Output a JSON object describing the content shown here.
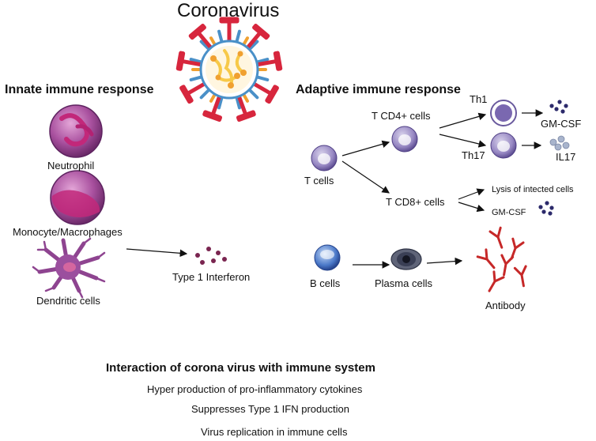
{
  "title": "Coronavirus",
  "innate": {
    "heading": "Innate immune response",
    "neutrophil": "Neutrophil",
    "monocyte": "Monocyte/Macrophages",
    "dendritic": "Dendritic cells",
    "interferon": "Type 1 Interferon"
  },
  "adaptive": {
    "heading": "Adaptive immune response",
    "t_cells": "T cells",
    "t_cd4": "T CD4+ cells",
    "th1": "Th1",
    "th17": "Th17",
    "gmcsf_1": "GM-CSF",
    "il17": "IL17",
    "t_cd8": "T CD8+ cells",
    "lysis": "Lysis of intected cells",
    "gmcsf_2": "GM-CSF",
    "b_cells": "B cells",
    "plasma": "Plasma cells",
    "antibody": "Antibody"
  },
  "footer": {
    "title": "Interaction of corona virus with immune system",
    "lines": [
      "Hyper production of pro-inflammatory cytokines",
      "Suppresses Type 1 IFN production",
      "Virus replication in immune cells"
    ]
  },
  "colors": {
    "virus_spike": "#d7263d",
    "virus_blue": "#4a90c8",
    "virus_orange": "#f0a030",
    "virus_yellow": "#f7c948",
    "innate_cell": "#9b4f9e",
    "t_cell": "#8e7bb8",
    "b_cell": "#4a78c8",
    "cytokine_dark": "#2c2a6b",
    "cytokine_light": "#a8b4cc",
    "interferon": "#7a2550",
    "antibody": "#c62828"
  }
}
